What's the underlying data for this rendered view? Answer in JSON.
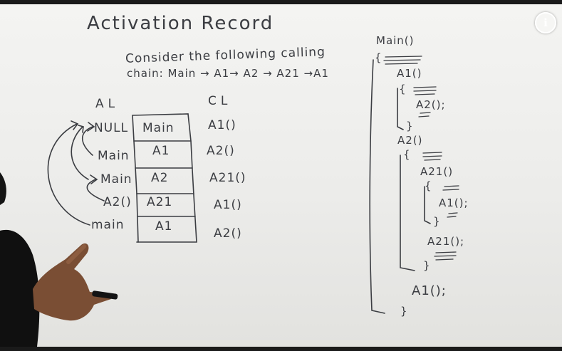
{
  "board": {
    "title": "Activation Record",
    "consider_line1": "Consider the following calling",
    "consider_line2": "chain: Main → A1→ A2 → A21 →A1",
    "al_header": "AL",
    "cl_header": "CL",
    "al_labels": [
      "NULL",
      "Main",
      "Main",
      "A2()",
      "main"
    ],
    "stack_cells": [
      "Main",
      "A1",
      "A2",
      "A21",
      "A1"
    ],
    "cl_labels": [
      "A1()",
      "A2()",
      "A21()",
      "A1()",
      "A2()"
    ],
    "code": {
      "main_header": "Main()",
      "main_open": "{",
      "a1_def": "A1()",
      "a1_open": "{",
      "a1_call_a2": "A2();",
      "a1_close": "}",
      "a2_def": "A2()",
      "a2_open": "{",
      "a21_def": "A21()",
      "a21_open": "{",
      "a21_call_a1": "A1();",
      "a21_close": "}",
      "a2_call_a21": "A21();",
      "a2_close": "}",
      "main_call_a1": "A1();",
      "main_close": "}"
    }
  },
  "overlay": {
    "info_icon": "info-icon",
    "info_label": "i"
  },
  "colors": {
    "ink": "#3b3d42",
    "board": "#f0f0ee",
    "frame": "#1a1a1a"
  }
}
